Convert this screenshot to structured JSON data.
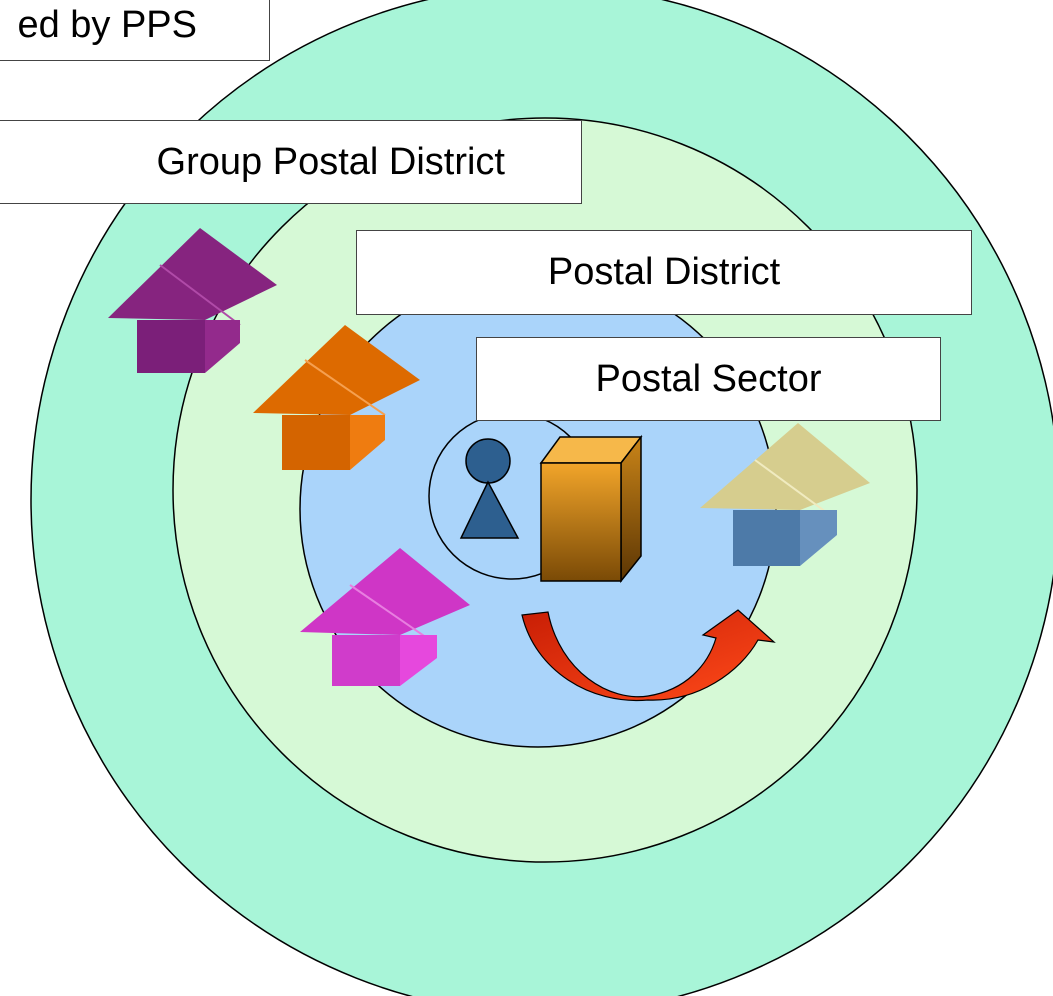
{
  "labels": {
    "pps": "ed by PPS",
    "group_postal_district": "Group Postal District",
    "postal_district": "Postal District",
    "postal_sector": "Postal Sector"
  },
  "colors": {
    "outer_ring": "#a8f5d8",
    "middle_ring": "#d6f9d6",
    "inner_circle": "#aad4fa",
    "house_purple": "#7b1f79",
    "house_orange": "#e56f00",
    "house_magenta": "#d83acb",
    "house_tan": "#d6cd8e",
    "house_blue": "#4d7aa8",
    "person": "#2d5f8f",
    "postbox": "#e8941a",
    "arrow": "#e42a0c"
  },
  "icons": [
    "house-icon",
    "person-icon",
    "postbox-icon",
    "curved-arrow-icon"
  ]
}
